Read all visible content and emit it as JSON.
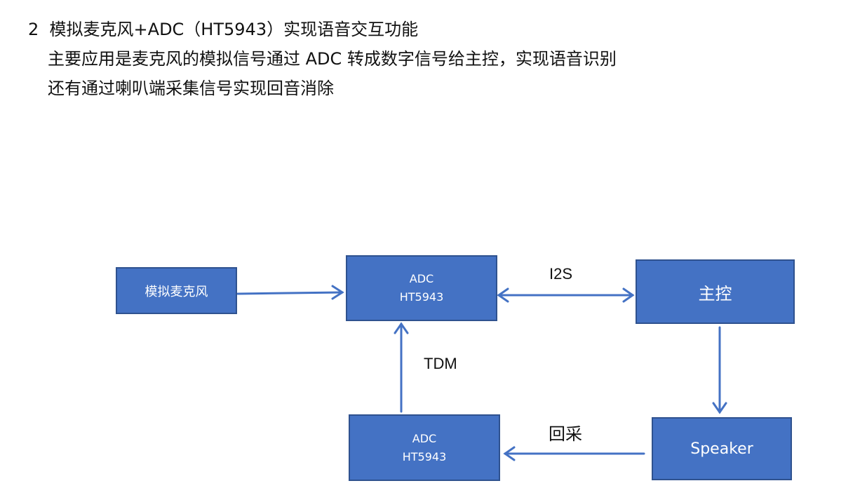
{
  "heading": {
    "number": "2",
    "title": "模拟麦克风+ADC（HT5943）实现语音交互功能",
    "line1": "主要应用是麦克风的模拟信号通过 ADC 转成数字信号给主控，实现语音识别",
    "line2": "还有通过喇叭端采集信号实现回音消除"
  },
  "diagram": {
    "mic": "模拟麦克风",
    "adc_top": {
      "line1": "ADC",
      "line2": "HT5943"
    },
    "main_ctrl": "主控",
    "speaker": "Speaker",
    "adc_bottom": {
      "line1": "ADC",
      "line2": "HT5943"
    },
    "label_i2s": "I2S",
    "label_tdm": "TDM",
    "label_loopback": "回采"
  },
  "colors": {
    "box_fill": "#4472C4",
    "box_border": "#2F528F",
    "arrow": "#4472C4"
  }
}
